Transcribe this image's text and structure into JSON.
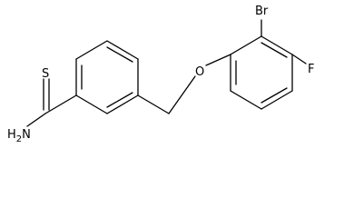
{
  "molecule": {
    "atoms": {
      "bromine": "Br",
      "fluorine": "F",
      "oxygen": "O",
      "sulfur": "S",
      "amine": "H2N"
    },
    "colors": {
      "bond": "#000000",
      "background": "#ffffff"
    }
  }
}
